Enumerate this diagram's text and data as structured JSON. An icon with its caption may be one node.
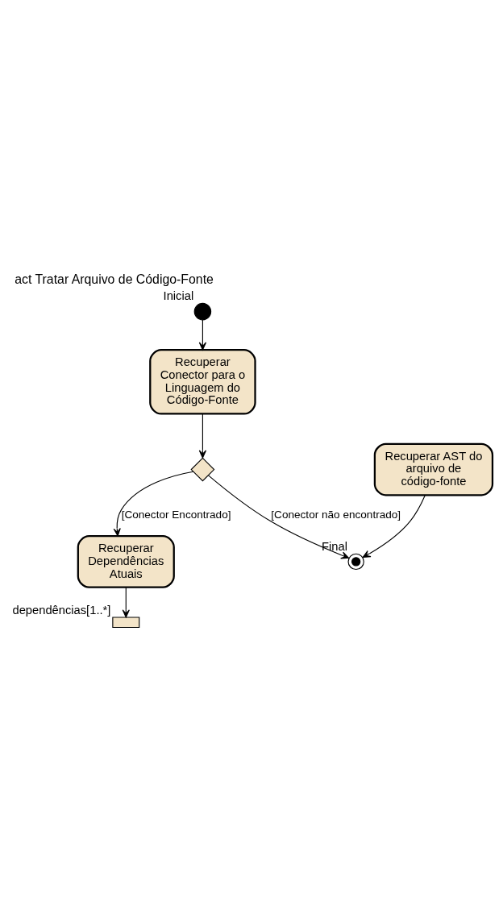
{
  "diagram": {
    "title": "act Tratar Arquivo de Código-Fonte",
    "nodes": [
      {
        "text": [],
        "shape": "circle",
        "beside": [
          "Inicial"
        ]
      },
      {
        "text": [
          "Recuperar Conector para o Linguagem do Código-Fonte"
        ]
      },
      {
        "text": [],
        "shape": "diamond"
      },
      {
        "text": [],
        "shape": "circle",
        "beside": [
          "Final"
        ]
      },
      {
        "text": [
          "Recuperar Dependências Atuais"
        ]
      },
      {
        "text": [],
        "shape": "box",
        "beside": [
          "dependências[1..*]"
        ]
      },
      {
        "text": [
          "Recuperar AST do arquivo de código-fonte"
        ]
      }
    ],
    "edges": [
      {
        "from": 0,
        "to": 1,
        "arrow": "to"
      },
      {
        "from": 1,
        "to": 2,
        "arrow": "to"
      },
      {
        "from": 2,
        "to": 3,
        "arrow": "to",
        "label": "[Conector não encontrado]"
      },
      {
        "from": 2,
        "to": 4,
        "arrow": "to",
        "label": "[Conector Encontrado]"
      },
      {
        "from": 4,
        "to": 5,
        "arrow": "to"
      },
      {
        "from": 6,
        "to": 3,
        "arrow": "to"
      }
    ]
  }
}
